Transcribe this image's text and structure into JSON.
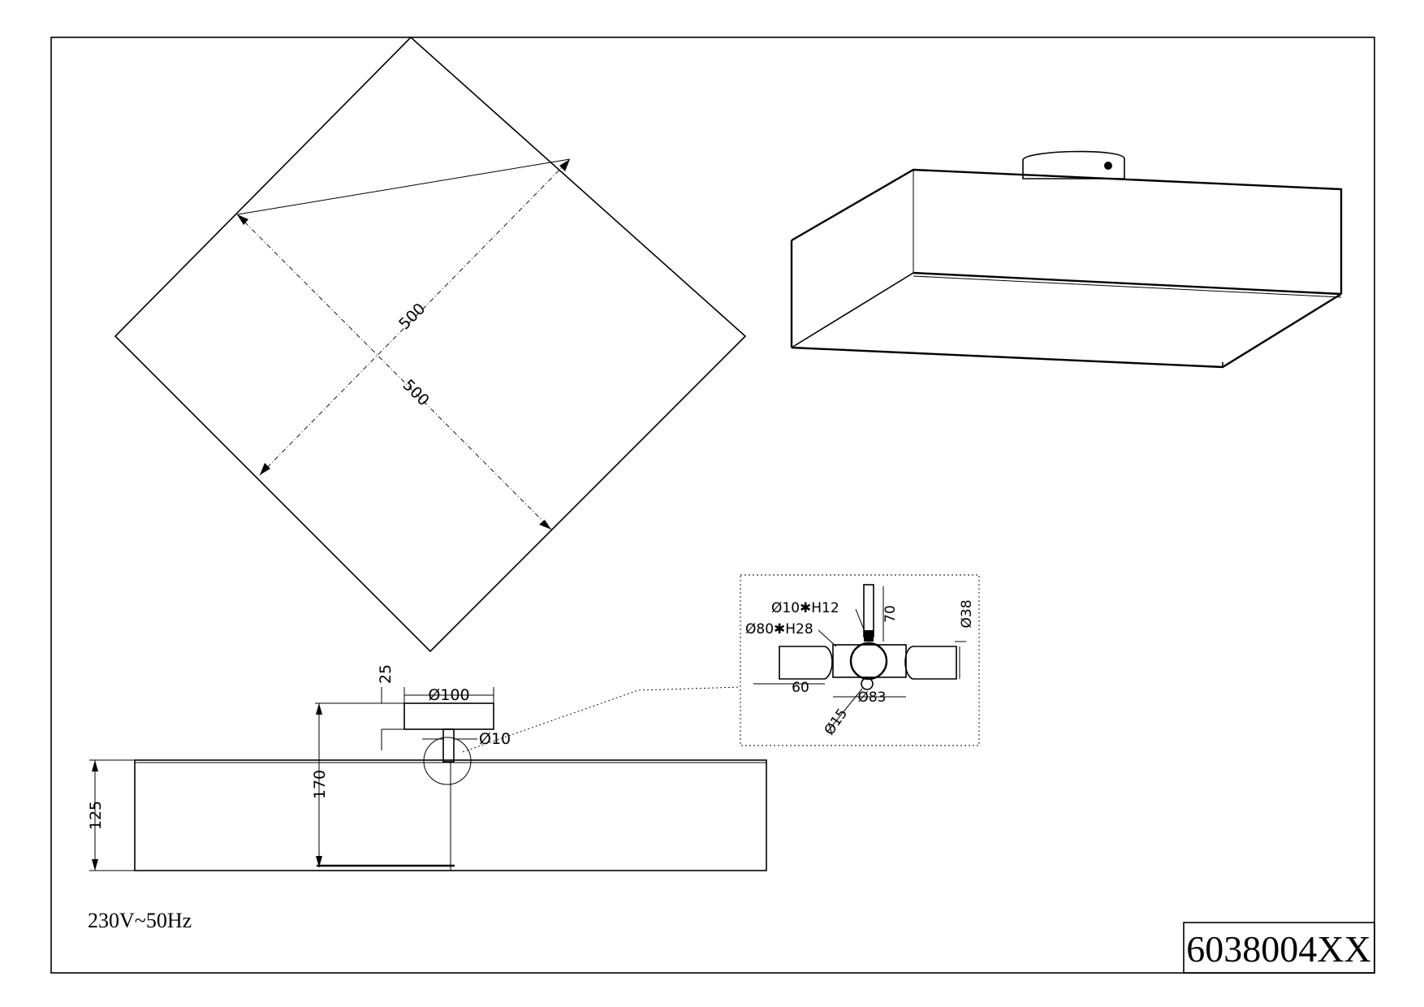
{
  "sheet": {
    "electrical_rating": "230V~50Hz",
    "model_number": "6038004XX"
  },
  "top_view": {
    "dim_length": "500",
    "dim_width": "500"
  },
  "side_view": {
    "dim_canopy_height": "25",
    "dim_canopy_diameter": "Ø100",
    "dim_rod_diameter": "Ø10",
    "dim_total_height": "170",
    "dim_shade_height": "125"
  },
  "detail_view": {
    "label_rod": "Ø10✱H12",
    "label_plate": "Ø80✱H28",
    "dim_rod_length": "70",
    "dim_socket_diameter": "Ø38",
    "dim_socket_length": "60",
    "dim_hub_diameter": "Ø83",
    "dim_bottom_diameter": "Ø15"
  }
}
